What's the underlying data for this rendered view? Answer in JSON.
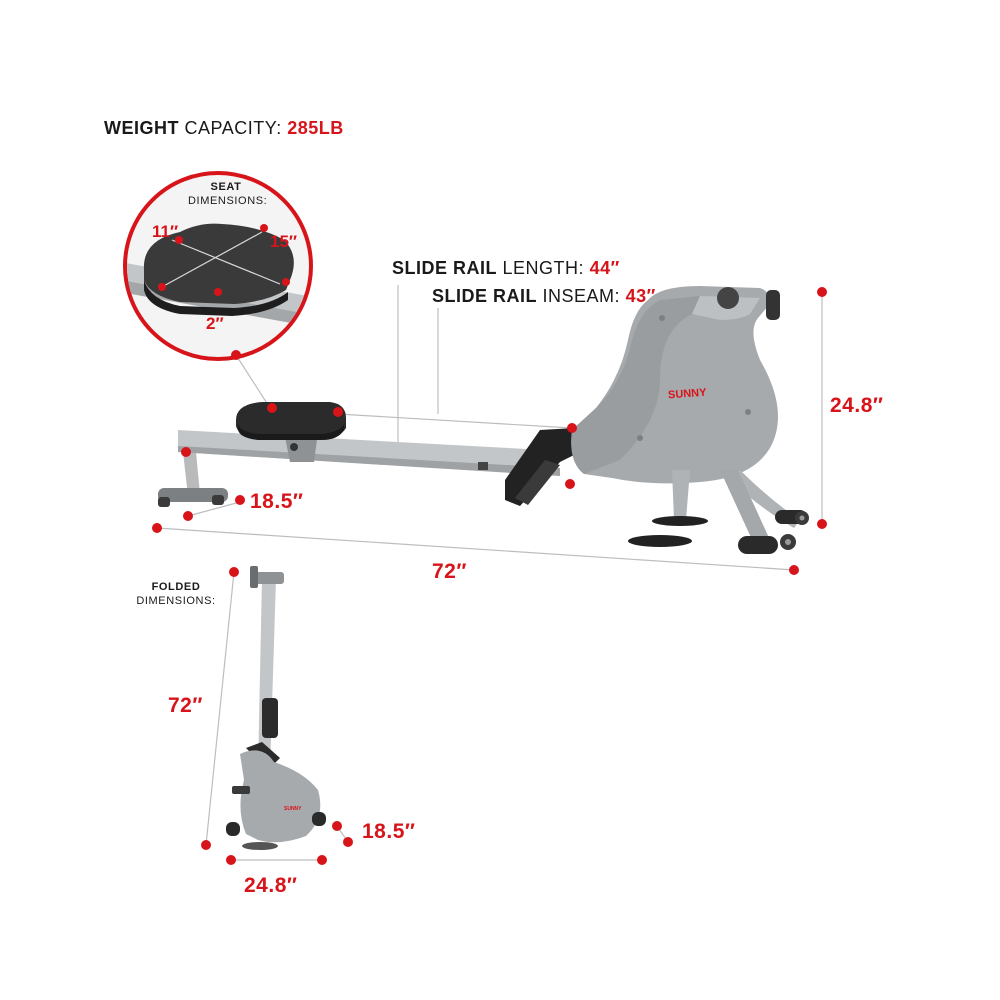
{
  "weight": {
    "label_bold": "WEIGHT",
    "label_regular": "CAPACITY:",
    "value": "285LB"
  },
  "seat": {
    "heading": "SEAT",
    "subheading": "DIMENSIONS:",
    "width": "11″",
    "length": "15″",
    "height": "2″"
  },
  "slide_rail": {
    "length_bold": "SLIDE RAIL",
    "length_regular": "LENGTH:",
    "length_value": "44″",
    "inseam_bold": "SLIDE RAIL",
    "inseam_regular": "INSEAM:",
    "inseam_value": "43″"
  },
  "unfolded": {
    "height": "24.8″",
    "width": "18.5″",
    "length": "72″"
  },
  "folded": {
    "heading": "FOLDED",
    "subheading": "DIMENSIONS:",
    "height": "72″",
    "depth": "18.5″",
    "width": "24.8″"
  },
  "brand_logo": "SUNNY",
  "colors": {
    "accent": "#d7141a",
    "frame": "#a9acaf",
    "seat": "#2b2b2b",
    "line": "#b5b5b5"
  }
}
